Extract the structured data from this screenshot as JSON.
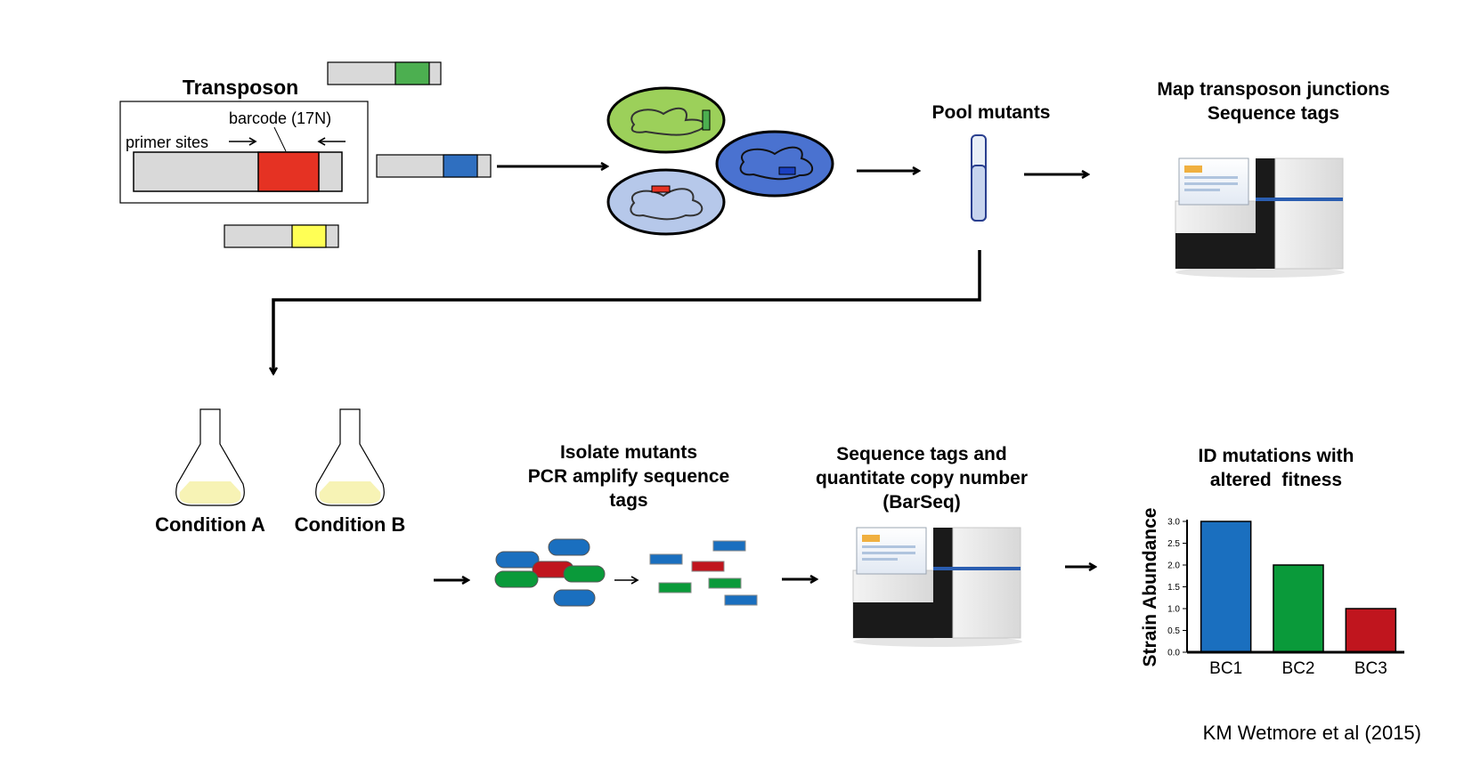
{
  "transposon": {
    "title": "Transposon",
    "barcode_label": "barcode (17N)",
    "primer_label": "primer sites"
  },
  "pool": {
    "title": "Pool mutants"
  },
  "map_step": {
    "line1": "Map transposon junctions",
    "line2": "Sequence tags"
  },
  "conditions": {
    "a": "Condition A",
    "b": "Condition B"
  },
  "isolate_step": {
    "line1": "Isolate mutants",
    "line2": "PCR amplify sequence",
    "line3": "tags"
  },
  "barseq_step": {
    "line1": "Sequence tags and",
    "line2": "quantitate copy number",
    "line3": "(BarSeq)"
  },
  "id_step": {
    "line1": "ID mutations with",
    "line2": "altered  fitness"
  },
  "citation": "KM Wetmore et al (2015)",
  "colors": {
    "barcode_red": "#e53223",
    "barcode_green": "#4caf50",
    "barcode_blue": "#2f6fc0",
    "barcode_yellow": "#ffff55",
    "tag_gray": "#d9d9d9",
    "cell_green": "#9cd05a",
    "cell_blue": "#4a72d0",
    "cell_lightblue": "#b6c8ea",
    "media_yellow": "#f7f3b5",
    "bc1": "#1a6fbf",
    "bc2": "#0a9a3a",
    "bc3": "#c0151e"
  },
  "chart_data": {
    "type": "bar",
    "categories": [
      "BC1",
      "BC2",
      "BC3"
    ],
    "values": [
      3.0,
      2.0,
      1.0
    ],
    "ylabel": "Strain Abundance",
    "ylim": [
      0,
      3.0
    ],
    "yticks": [
      "0.0",
      "0.5",
      "1.0",
      "1.5",
      "2.0",
      "2.5",
      "3.0"
    ],
    "colors": [
      "#1a6fbf",
      "#0a9a3a",
      "#c0151e"
    ]
  }
}
